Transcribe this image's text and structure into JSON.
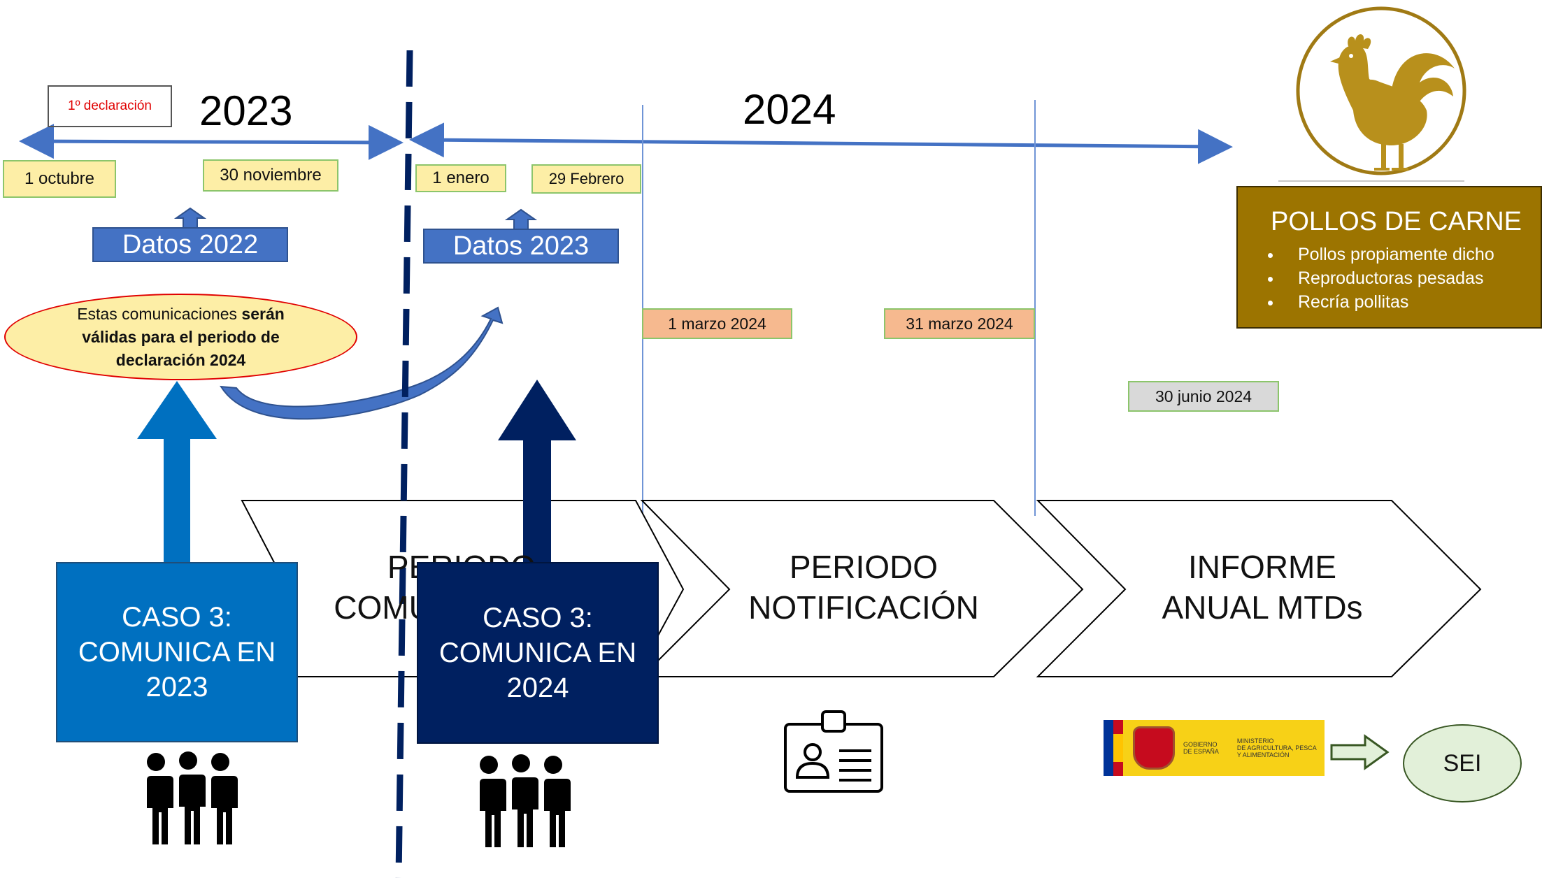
{
  "timeline": {
    "year_left": "2023",
    "year_right": "2024",
    "first_declaration": "1º declaración"
  },
  "dates": {
    "d1": "1 octubre",
    "d2": "30 noviembre",
    "d3": "1 enero",
    "d4": "29 Febrero",
    "d5": "1 marzo 2024",
    "d6": "31 marzo  2024",
    "d7": "30 junio  2024"
  },
  "datos": {
    "left": "Datos 2022",
    "right": "Datos 2023"
  },
  "note": {
    "line1_normal": "Estas comunicaciones ",
    "line1_bold": "serán",
    "line2": "válidas para el periodo de",
    "line3": "declaración 2024"
  },
  "chevrons": {
    "c1_line1": "PERIODO",
    "c1_line2": "COMUNICACIÓN",
    "c2_line1": "PERIODO",
    "c2_line2": "NOTIFICACIÓN",
    "c3_line1": "INFORME",
    "c3_line2": "ANUAL MTDs"
  },
  "caso": {
    "left_l1": "CASO 3:",
    "left_l2": "COMUNICA EN",
    "left_l3": "2023",
    "right_l1": "CASO 3:",
    "right_l2": "COMUNICA EN",
    "right_l3": "2024"
  },
  "pollos": {
    "title": "POLLOS DE CARNE",
    "items": [
      "Pollos propiamente dicho",
      "Reproductoras pesadas",
      "Recría pollitas"
    ]
  },
  "gov": {
    "line_a1": "GOBIERNO",
    "line_a2": "DE ESPAÑA",
    "line_b1": "MINISTERIO",
    "line_b2": "DE AGRICULTURA, PESCA",
    "line_b3": "Y ALIMENTACIÓN"
  },
  "sei": "SEI",
  "colors": {
    "timeline_arrow": "#4472c4",
    "caso_left": "#0070c0",
    "caso_right": "#002060",
    "pollos_bg": "#9c7400",
    "dashed_line": "#002060",
    "sei_bg": "#e2f0d9"
  }
}
